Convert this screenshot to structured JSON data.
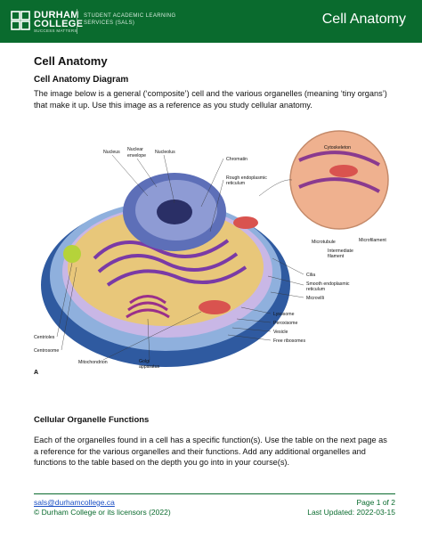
{
  "header": {
    "logo_line1": "DURHAM",
    "logo_line2": "COLLEGE",
    "logo_tagline": "SUCCESS MATTERS",
    "unit_line1": "STUDENT ACADEMIC LEARNING",
    "unit_line2": "SERVICES (SALS)",
    "title": "Cell Anatomy",
    "background_color": "#0a6b2e"
  },
  "main": {
    "heading": "Cell Anatomy",
    "subheading": "Cell Anatomy Diagram",
    "intro": "The image below is a general (‘composite’) cell and the various organelles (meaning ‘tiny organs’) that make it up. Use this image as a reference as you study cellular anatomy.",
    "section_heading": "Cellular Organelle Functions",
    "section_text": "Each of the organelles found in a cell has a specific function(s). Use the table on the next page as a reference for the various organelles and their functions. Add any additional organelles and functions to the table based on the depth you go into in your course(s)."
  },
  "diagram": {
    "labels": {
      "nucleus": "Nucleus",
      "nuclear_envelope_1": "Nuclear",
      "nuclear_envelope_2": "envelope",
      "nucleolus": "Nucleolus",
      "chromatin": "Chromatin",
      "rough_er_1": "Rough endoplasmic",
      "rough_er_2": "reticulum",
      "cytoskeleton": "Cytoskeleton",
      "microtubule": "Microtubule",
      "microfilament": "Microfilament",
      "intermediate_1": "Intermediate",
      "intermediate_2": "filament",
      "cilia": "Cilia",
      "smooth_er_1": "Smooth endoplasmic",
      "smooth_er_2": "reticulum",
      "microvilli": "Microvilli",
      "lysosome": "Lysosome",
      "peroxisome": "Peroxisome",
      "vesicle": "Vesicle",
      "free_ribosomes": "Free ribosomes",
      "centrioles": "Centrioles",
      "centrosome": "Centrosome",
      "mitochondrion": "Mitochondrion",
      "golgi_1": "Golgi",
      "golgi_2": "apparatus",
      "panel": "A"
    }
  },
  "footer": {
    "email": "sals@durhamcollege.ca",
    "copyright": "© Durham College or its licensors (2022)",
    "page": "Page 1 of 2",
    "updated": "Last Updated: 2022-03-15"
  }
}
